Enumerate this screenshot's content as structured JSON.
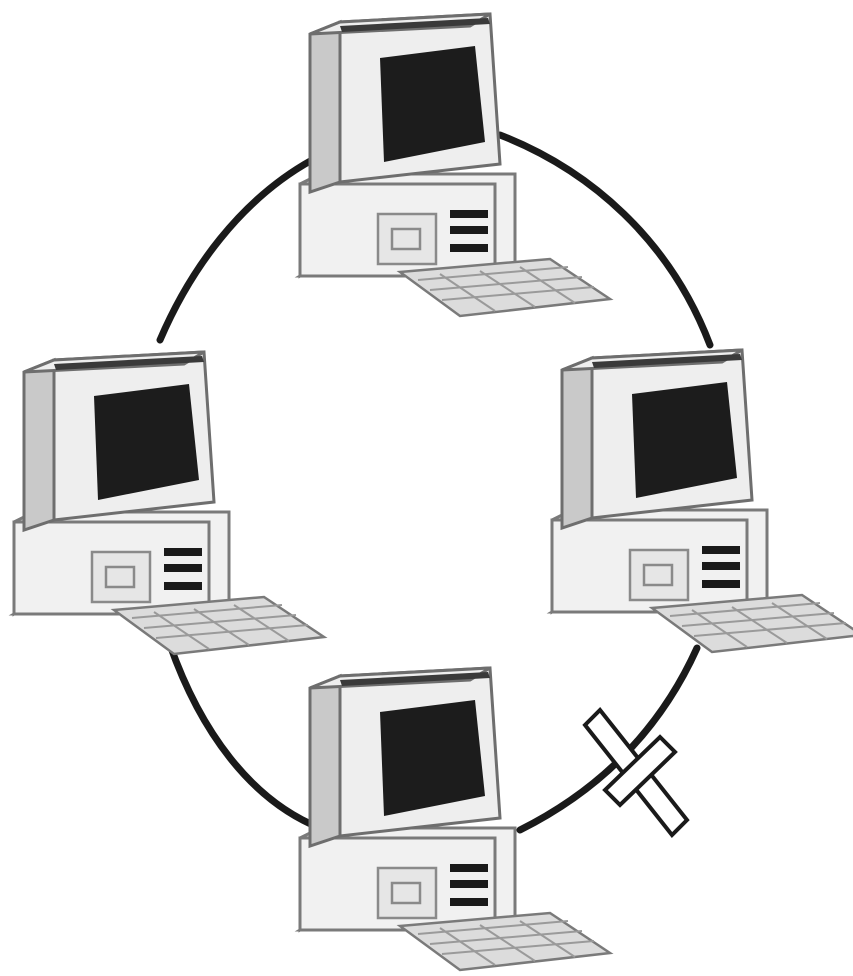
{
  "diagram": {
    "topology": "ring",
    "nodes": [
      {
        "id": "top",
        "icon": "desktop-computer-icon"
      },
      {
        "id": "left",
        "icon": "desktop-computer-icon"
      },
      {
        "id": "right",
        "icon": "desktop-computer-icon"
      },
      {
        "id": "bottom",
        "icon": "desktop-computer-icon"
      }
    ],
    "links": [
      {
        "from": "top",
        "to": "right",
        "status": "ok"
      },
      {
        "from": "right",
        "to": "bottom",
        "status": "broken"
      },
      {
        "from": "bottom",
        "to": "left",
        "status": "ok"
      },
      {
        "from": "left",
        "to": "top",
        "status": "ok"
      }
    ],
    "break_marker": {
      "icon": "broken-link-x-icon",
      "on_link": "right-bottom"
    },
    "colors": {
      "line": "#1a1a1a",
      "screen": "#1c1c1c",
      "case": "#f1f1f1",
      "outline": "#7a7a7a"
    }
  }
}
